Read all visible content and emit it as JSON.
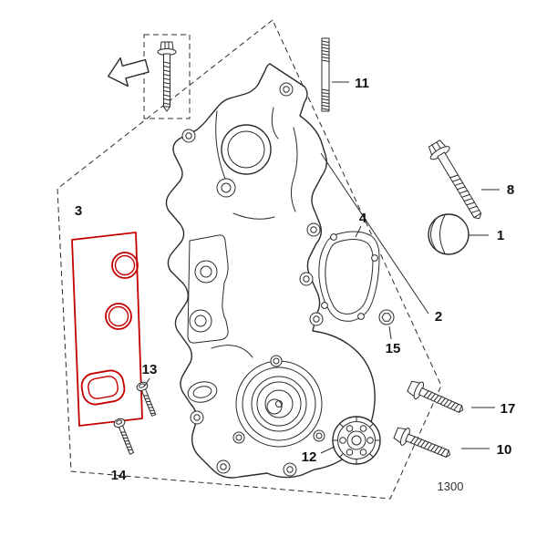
{
  "diagram_code": "1300",
  "labels": {
    "p1": "1",
    "p2": "2",
    "p3": "3",
    "p4": "4",
    "p8": "8",
    "p10": "10",
    "p11": "11",
    "p12": "12",
    "p13": "13",
    "p14": "14",
    "p15": "15",
    "p17": "17"
  },
  "colors": {
    "highlight": "#c40000",
    "line": "#2b2b2b"
  }
}
